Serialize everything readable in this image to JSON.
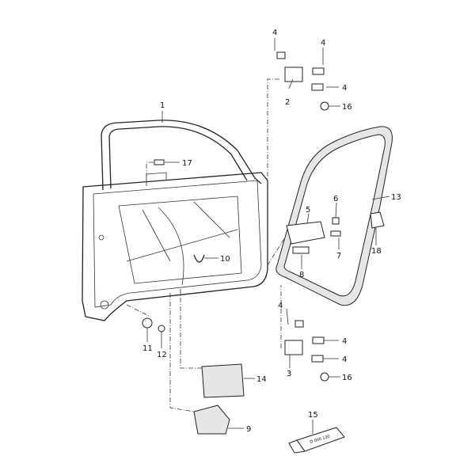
{
  "diagram": {
    "callouts": [
      {
        "id": "1",
        "text": "1"
      },
      {
        "id": "4a",
        "text": "4"
      },
      {
        "id": "4b",
        "text": "4"
      },
      {
        "id": "4c",
        "text": "4"
      },
      {
        "id": "2",
        "text": "2"
      },
      {
        "id": "16a",
        "text": "16"
      },
      {
        "id": "17",
        "text": "17"
      },
      {
        "id": "13",
        "text": "13"
      },
      {
        "id": "5",
        "text": "5"
      },
      {
        "id": "6",
        "text": "6"
      },
      {
        "id": "7",
        "text": "7"
      },
      {
        "id": "8",
        "text": "8"
      },
      {
        "id": "10",
        "text": "10"
      },
      {
        "id": "18",
        "text": "18"
      },
      {
        "id": "11",
        "text": "11"
      },
      {
        "id": "12",
        "text": "12"
      },
      {
        "id": "4d",
        "text": "4"
      },
      {
        "id": "4e",
        "text": "4"
      },
      {
        "id": "3",
        "text": "3"
      },
      {
        "id": "4f",
        "text": "4"
      },
      {
        "id": "16b",
        "text": "16"
      },
      {
        "id": "14",
        "text": "14"
      },
      {
        "id": "15",
        "text": "15"
      },
      {
        "id": "9",
        "text": "9"
      }
    ],
    "tube_text": "D 000 130"
  }
}
